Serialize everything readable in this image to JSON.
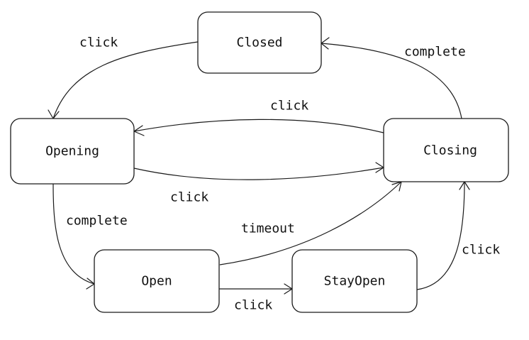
{
  "states": {
    "closed": "Closed",
    "opening": "Opening",
    "closing": "Closing",
    "open": "Open",
    "stay_open": "StayOpen"
  },
  "transitions": [
    {
      "from": "Closed",
      "to": "Opening",
      "label": "click"
    },
    {
      "from": "Closing",
      "to": "Closed",
      "label": "complete"
    },
    {
      "from": "Closing",
      "to": "Opening",
      "label": "click"
    },
    {
      "from": "Opening",
      "to": "Closing",
      "label": "click"
    },
    {
      "from": "Opening",
      "to": "Open",
      "label": "complete"
    },
    {
      "from": "Open",
      "to": "Closing",
      "label": "timeout"
    },
    {
      "from": "Open",
      "to": "StayOpen",
      "label": "click"
    },
    {
      "from": "StayOpen",
      "to": "Closing",
      "label": "click"
    }
  ],
  "colors": {
    "stroke": "#1a1a1a",
    "text": "#111111",
    "background": "#ffffff"
  }
}
